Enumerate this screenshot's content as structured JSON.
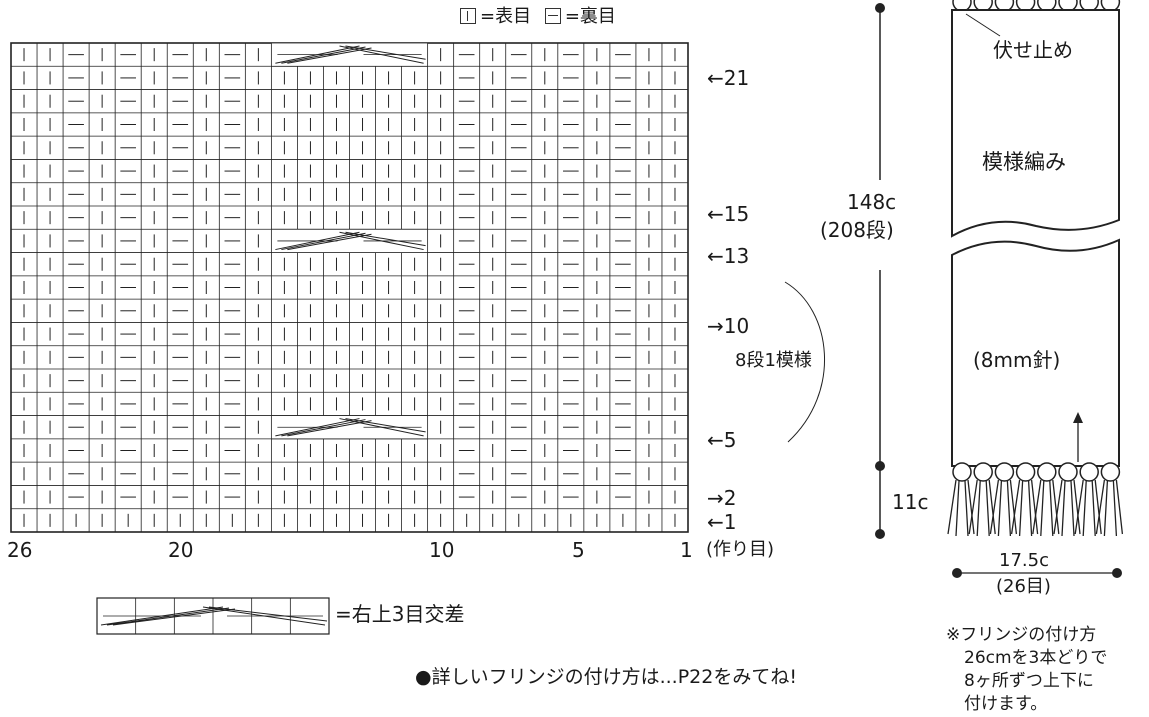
{
  "legend": {
    "knit_eq": "=表目",
    "purl_eq": "=裏目",
    "knit_icon": "knit-symbol-icon",
    "purl_icon": "purl-symbol-icon"
  },
  "chart": {
    "rows": 21,
    "cols": 26,
    "knit_columns": [
      1,
      2,
      4,
      6,
      8,
      10,
      11,
      12,
      13,
      14,
      15,
      16,
      17,
      19,
      21,
      23,
      25,
      26
    ],
    "purl_columns": [
      3,
      5,
      7,
      9,
      18,
      20,
      22,
      24
    ],
    "all_knit_rows": [
      1
    ],
    "cable_rows": [
      5,
      13,
      21
    ],
    "cable_columns": [
      11,
      16
    ],
    "row_labels": [
      {
        "row": 1,
        "text": "←1"
      },
      {
        "row": 2,
        "text": "→2"
      },
      {
        "row": 5,
        "text": "←5"
      },
      {
        "row": 10,
        "text": "→10"
      },
      {
        "row": 13,
        "text": "←13"
      },
      {
        "row": 15,
        "text": "←15"
      },
      {
        "row": 21,
        "text": "←21"
      }
    ],
    "col_labels": [
      {
        "col": 26,
        "text": "26"
      },
      {
        "col": 20,
        "text": "20"
      },
      {
        "col": 10,
        "text": "10"
      },
      {
        "col": 5,
        "text": "5"
      },
      {
        "col": 1,
        "text": "1"
      }
    ],
    "cast_on": "(作り目)",
    "pattern_repeat": "8段1模様"
  },
  "cable_legend": {
    "text": "=右上3目交差"
  },
  "fringe_link": {
    "text": "●詳しいフリンジの付け方は...P22をみてね!"
  },
  "scarf": {
    "bind_off": "伏せ止め",
    "pattern_stitch": "模様編み",
    "needle": "(8mm針)",
    "length": "148c",
    "length_rows": "(208段)",
    "fringe_length": "11c",
    "width": "17.5c",
    "width_stitches": "(26目)",
    "fringe_note": [
      "※フリンジの付け方",
      "26cmを3本どりで",
      "8ヶ所ずつ上下に",
      "付けます。"
    ]
  }
}
